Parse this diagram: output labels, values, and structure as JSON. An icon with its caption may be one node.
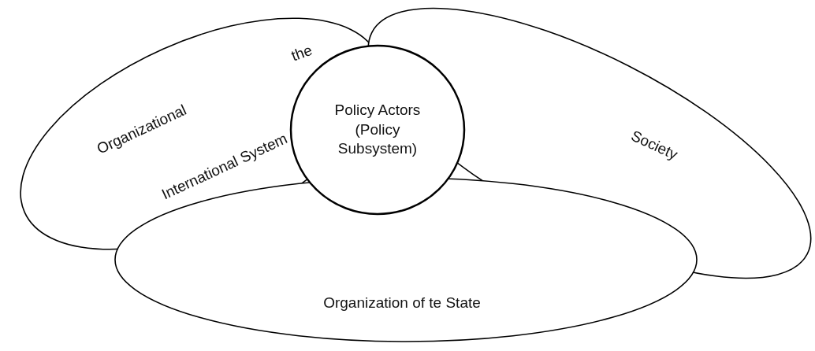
{
  "diagram": {
    "nodes": [
      {
        "text": [
          "Organizational",
          "the",
          "International System"
        ]
      },
      {
        "text": [
          "Policy Actors (Policy Subsystem)"
        ]
      },
      {
        "text": [
          "Society"
        ]
      },
      {
        "text": [
          "Organization of te State"
        ]
      }
    ]
  }
}
